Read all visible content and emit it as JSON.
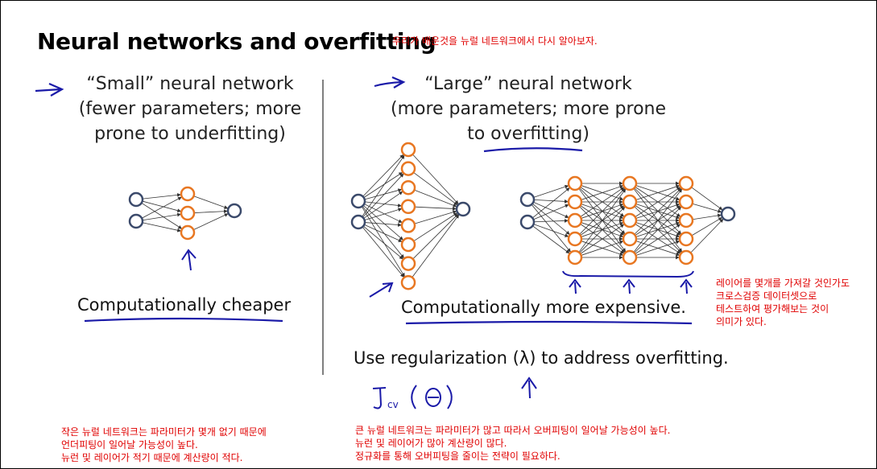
{
  "title": "Neural networks and overfitting",
  "title_note": "우리가 배운것을 뉴럴 네트워크에서 다시 알아보자.",
  "small": {
    "heading_lines": [
      "“Small” neural network",
      "(fewer parameters; more",
      "prone to underfitting)"
    ],
    "cost": "Computationally cheaper"
  },
  "large": {
    "heading_lines": [
      "“Large” neural network",
      "(more parameters; more prone",
      "to overfitting)"
    ],
    "cost": "Computationally more expensive."
  },
  "regularization": "Use regularization (λ) to address overfitting.",
  "handwriting": "J_cv(Θ)",
  "notes": {
    "layers": [
      "레이어를 몇개를 가져갈 것인가도",
      "크로스검증 데이터셋으로",
      "테스트하여 평가해보는 것이",
      "의미가 있다."
    ],
    "small": [
      "작은 뉴럴 네트워크는 파라미터가 몇개 없기 때문에",
      "언더피팅이 일어날 가능성이 높다.",
      "뉴런 및 레이어가 적기 때문에 계산량이 적다."
    ],
    "large": [
      "큰 뉴럴 네트워크는 파라미터가 많고 따라서 오버피팅이 일어날 가능성이 높다.",
      "뉴런 및 레이어가 많아 계산량이 많다.",
      "정규화를 통해 오버피팅을 줄이는 전략이 필요하다."
    ]
  },
  "colors": {
    "input_node": "#3b4a6b",
    "hidden_node": "#e87722",
    "ink": "#1a1aa8",
    "note": "#e00000"
  }
}
